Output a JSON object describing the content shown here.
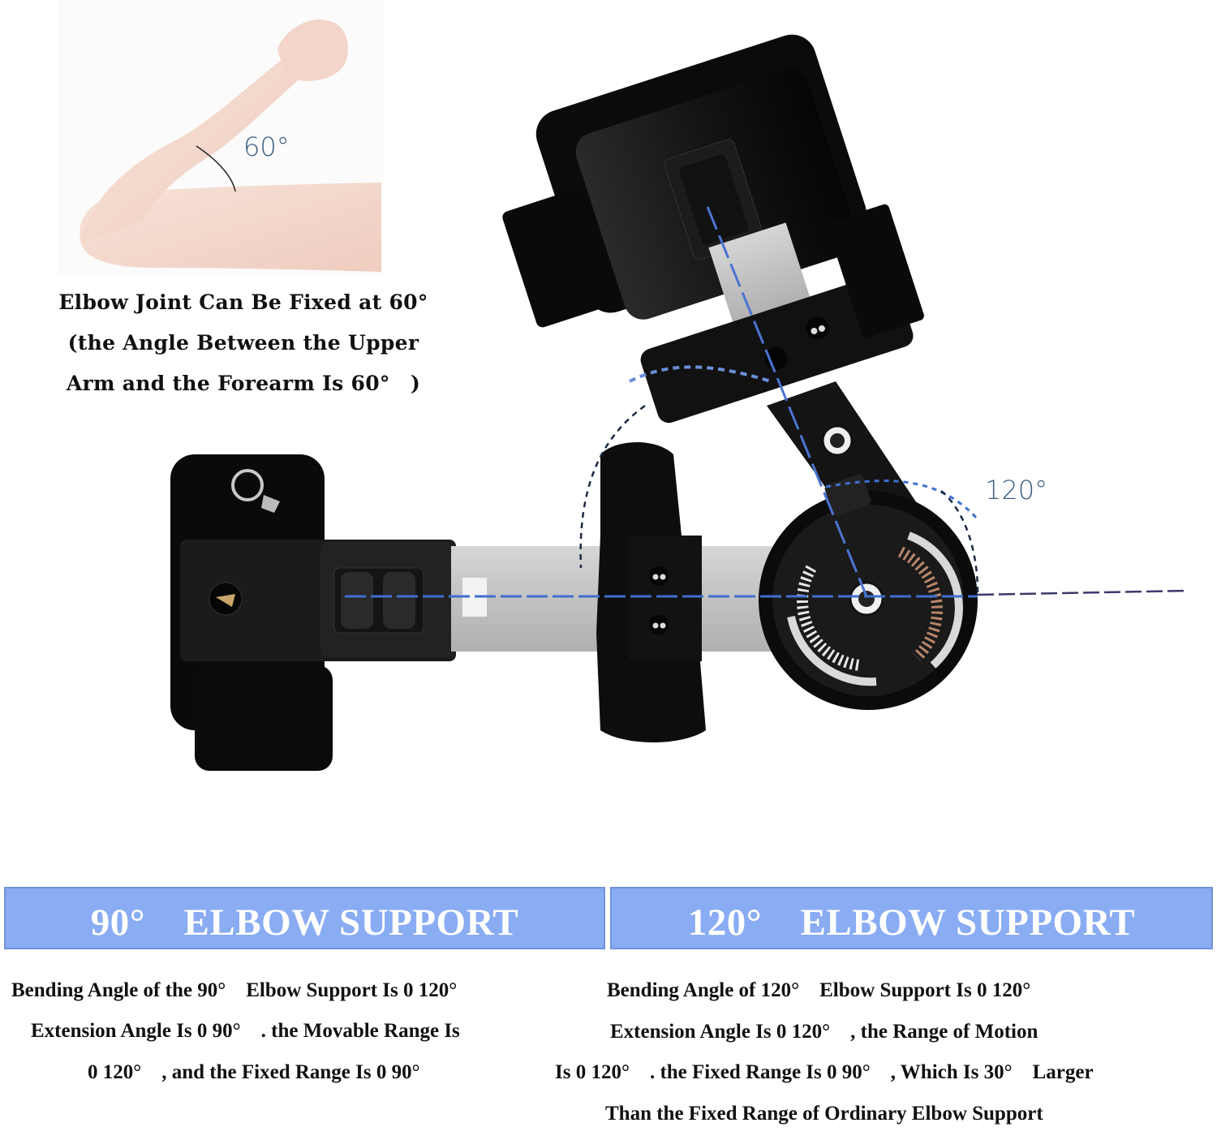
{
  "illustration": {
    "arm_angle_label": "60°",
    "brace_angle_label": "120°",
    "caption_lines": [
      "Elbow Joint Can Be Fixed at 60°",
      "(the Angle Between the Upper",
      "Arm and the Forearm Is 60°　)"
    ]
  },
  "colors": {
    "banner_fill": "#89acf3",
    "banner_border": "#6f92da",
    "banner_text": "#ffffff",
    "angle_label": "#3d5f80",
    "guide_line": "#3f6fd0",
    "brace_body": "#111111",
    "metal_bar": "#c9c9c9"
  },
  "sections": [
    {
      "title": "90°　ELBOW SUPPORT",
      "lines": [
        "Bending Angle of the 90°　Elbow Support Is 0 120°",
        "Extension Angle Is 0 90°　. the Movable Range Is",
        "0 120°　, and the Fixed Range Is 0 90°"
      ]
    },
    {
      "title": "120°　ELBOW SUPPORT",
      "lines": [
        "Bending Angle of 120°　Elbow Support Is 0 120°",
        "Extension Angle Is 0 120°　, the Range of Motion",
        "Is 0 120°　. the Fixed Range Is 0 90°　, Which Is 30°　Larger",
        "Than the Fixed Range of Ordinary Elbow Support"
      ]
    }
  ]
}
